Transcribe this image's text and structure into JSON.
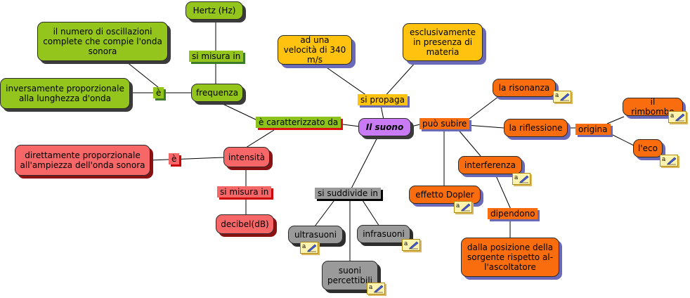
{
  "center": "Il suono",
  "nodes": {
    "hertz": "Hertz (Hz)",
    "oscillazioni": "il numero di oscillazioni complete che compie l'onda sonora",
    "inversamente": "inversamente proporzionale alla lunghezza d'onda",
    "frequenza": "frequenza",
    "velocita": "ad una velocità di 340 m/s",
    "materia": "esclusivamente in presenza di materia",
    "direttamente": "direttamente proporzionale all'ampiezza dell'onda sonora",
    "intensita": "intensità",
    "decibel": "decibel(dB)",
    "risonanza": "la risonanza",
    "riflessione": "la riflessione",
    "rimbombo": "il rimbombo",
    "eco": "l'eco",
    "interferenza": "interferenza",
    "dopler": "effetto Dopler",
    "posizione": "dalla posizione della sorgente rispetto al-l'ascoltatore",
    "ultrasuoni": "ultrasuoni",
    "infrasuoni": "infrasuoni",
    "percettibili": "suoni percettibili"
  },
  "labels": {
    "si_misura_in_1": "si misura in",
    "e_1": "è",
    "caratterizzato": "è caratterizzato da",
    "si_propaga": "si propaga",
    "puo_subire": "può subire",
    "e_2": "è",
    "si_misura_in_2": "si misura in",
    "origina": "origina",
    "dipendono": "dipendono",
    "si_suddivide": "si suddivide in"
  },
  "note_icon": "note-icon",
  "colors": {
    "green": "#94c51c",
    "yellow": "#ffc20e",
    "red": "#f76767",
    "orange": "#f96d0f",
    "gray": "#9a9a9a",
    "center": "#c97bf6"
  }
}
